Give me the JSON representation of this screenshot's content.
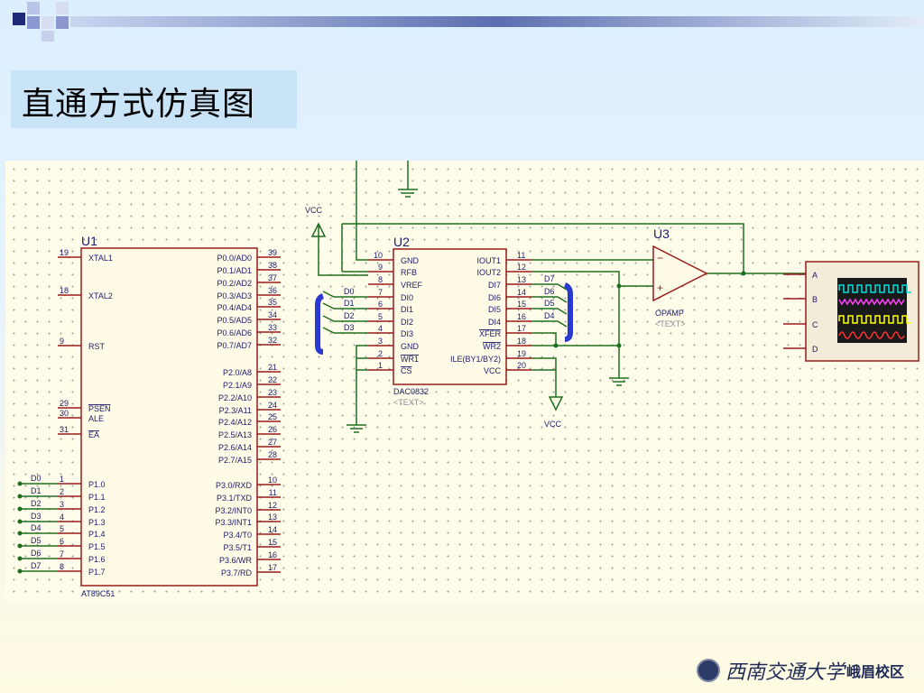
{
  "slide": {
    "title": "直通方式仿真图",
    "footer": {
      "university": "西南交通大学",
      "campus": "峨眉校区"
    }
  },
  "schematic": {
    "u1": {
      "ref": "U1",
      "part": "AT89C51",
      "left_pins": [
        {
          "num": "19",
          "name": "XTAL1"
        },
        {
          "num": "18",
          "name": "XTAL2"
        },
        {
          "num": "9",
          "name": "RST"
        },
        {
          "num": "29",
          "name": "PSEN"
        },
        {
          "num": "30",
          "name": "ALE"
        },
        {
          "num": "31",
          "name": "EA"
        },
        {
          "num": "1",
          "name": "P1.0",
          "net": "D0"
        },
        {
          "num": "2",
          "name": "P1.1",
          "net": "D1"
        },
        {
          "num": "3",
          "name": "P1.2",
          "net": "D2"
        },
        {
          "num": "4",
          "name": "P1.3",
          "net": "D3"
        },
        {
          "num": "5",
          "name": "P1.4",
          "net": "D4"
        },
        {
          "num": "6",
          "name": "P1.5",
          "net": "D5"
        },
        {
          "num": "7",
          "name": "P1.6",
          "net": "D6"
        },
        {
          "num": "8",
          "name": "P1.7",
          "net": "D7"
        }
      ],
      "right_pins": [
        {
          "num": "39",
          "name": "P0.0/AD0"
        },
        {
          "num": "38",
          "name": "P0.1/AD1"
        },
        {
          "num": "37",
          "name": "P0.2/AD2"
        },
        {
          "num": "36",
          "name": "P0.3/AD3"
        },
        {
          "num": "35",
          "name": "P0.4/AD4"
        },
        {
          "num": "34",
          "name": "P0.5/AD5"
        },
        {
          "num": "33",
          "name": "P0.6/AD6"
        },
        {
          "num": "32",
          "name": "P0.7/AD7"
        },
        {
          "num": "21",
          "name": "P2.0/A8"
        },
        {
          "num": "22",
          "name": "P2.1/A9"
        },
        {
          "num": "23",
          "name": "P2.2/A10"
        },
        {
          "num": "24",
          "name": "P2.3/A11"
        },
        {
          "num": "25",
          "name": "P2.4/A12"
        },
        {
          "num": "26",
          "name": "P2.5/A13"
        },
        {
          "num": "27",
          "name": "P2.6/A14"
        },
        {
          "num": "28",
          "name": "P2.7/A15"
        },
        {
          "num": "10",
          "name": "P3.0/RXD"
        },
        {
          "num": "11",
          "name": "P3.1/TXD"
        },
        {
          "num": "12",
          "name": "P3.2/INT0"
        },
        {
          "num": "13",
          "name": "P3.3/INT1"
        },
        {
          "num": "14",
          "name": "P3.4/T0"
        },
        {
          "num": "15",
          "name": "P3.5/T1"
        },
        {
          "num": "16",
          "name": "P3.6/WR"
        },
        {
          "num": "17",
          "name": "P3.7/RD"
        }
      ]
    },
    "u2": {
      "ref": "U2",
      "part": "DAC0832",
      "text_label": "<TEXT>",
      "left_pins": [
        {
          "num": "10",
          "name": "GND"
        },
        {
          "num": "9",
          "name": "RFB"
        },
        {
          "num": "8",
          "name": "VREF"
        },
        {
          "num": "7",
          "name": "DI0",
          "net": "D0"
        },
        {
          "num": "6",
          "name": "DI1",
          "net": "D1"
        },
        {
          "num": "5",
          "name": "DI2",
          "net": "D2"
        },
        {
          "num": "4",
          "name": "DI3",
          "net": "D3"
        },
        {
          "num": "3",
          "name": "GND"
        },
        {
          "num": "2",
          "name": "WR1"
        },
        {
          "num": "1",
          "name": "CS"
        }
      ],
      "right_pins": [
        {
          "num": "11",
          "name": "IOUT1"
        },
        {
          "num": "12",
          "name": "IOUT2"
        },
        {
          "num": "13",
          "name": "DI7",
          "net": "D7"
        },
        {
          "num": "14",
          "name": "DI6",
          "net": "D6"
        },
        {
          "num": "15",
          "name": "DI5",
          "net": "D5"
        },
        {
          "num": "16",
          "name": "DI4",
          "net": "D4"
        },
        {
          "num": "17",
          "name": "XFER"
        },
        {
          "num": "18",
          "name": "WR2"
        },
        {
          "num": "19",
          "name": "ILE(BY1/BY2)"
        },
        {
          "num": "20",
          "name": "VCC"
        }
      ]
    },
    "u3": {
      "ref": "U3",
      "part": "OPAMP",
      "text_label": "<TEXT>",
      "minus": "−",
      "plus": "+"
    },
    "vcc_top": "VCC",
    "vcc_bottom": "VCC",
    "scope": {
      "channels": [
        "A",
        "B",
        "C",
        "D"
      ],
      "trace_colors": [
        "#00e0e0",
        "#ff40ff",
        "#ffff00",
        "#ff3030"
      ]
    }
  }
}
